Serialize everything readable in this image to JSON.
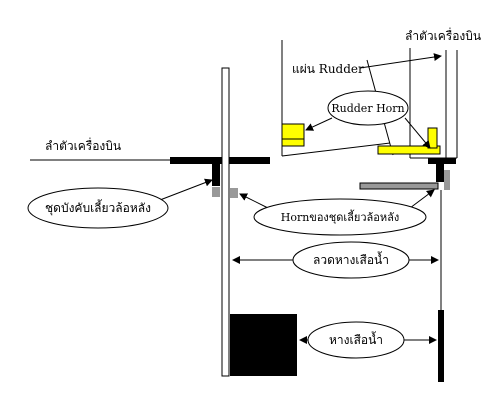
{
  "labels": {
    "fuselage_left": "ลำตัวเครื่องบิน",
    "fuselage_right": "ลำตัวเครื่องบิน",
    "rudder_plate": "แผ่น Rudder",
    "rudder_horn": "Rudder Horn",
    "tailwheel_mount": "ชุดบังคับเลี้ยวล้อหลัง",
    "horn_of_steering": "Hornของชุดเลี้ยวล้อหลัง",
    "rudder_wire": "ลวดหางเสือน้ำ",
    "water_rudder": "หางเสือน้ำ"
  },
  "colors": {
    "stroke": "#000000",
    "horn_fill": "#ffff00",
    "gray_part": "#999999",
    "background": "#ffffff"
  }
}
